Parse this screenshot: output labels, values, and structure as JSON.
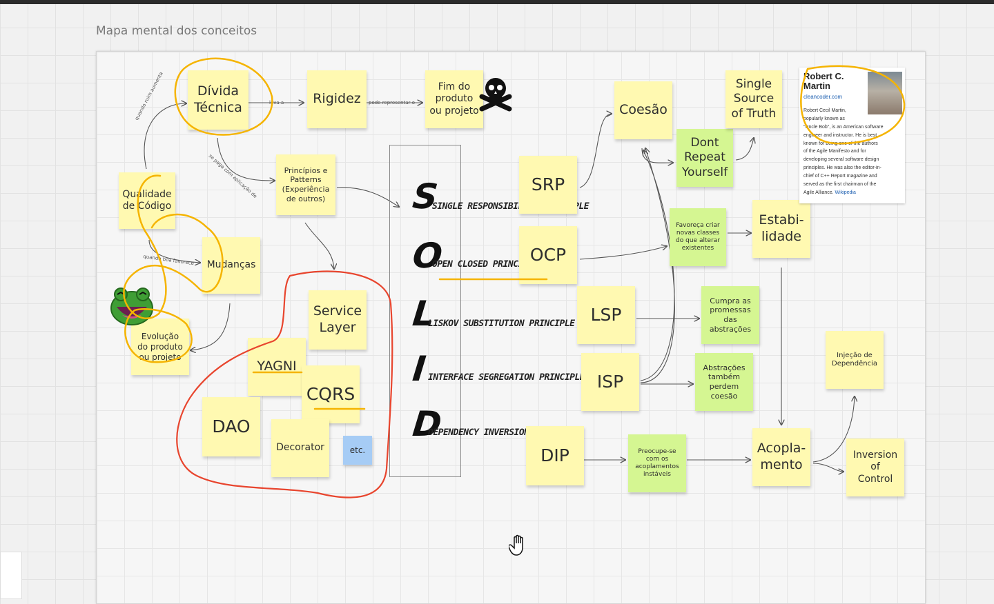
{
  "board": {
    "frame_title": "Mapa mental dos conceitos"
  },
  "notes": {
    "divida": "Dívida\nTécnica",
    "rigidez": "Rigidez",
    "fim": "Fim do\nproduto\nou projeto",
    "qualidade": "Qualidade\nde Código",
    "principios": "Princípios e\nPatterns\n(Experiência\nde outros)",
    "mudancas": "Mudanças",
    "evolucao": "Evolução\ndo produto\nou projeto",
    "service_layer": "Service\nLayer",
    "yagni": "YAGNI",
    "cqrs": "CQRS",
    "dao": "DAO",
    "decorator": "Decorator",
    "etc": "etc.",
    "srp": "SRP",
    "ocp": "OCP",
    "lsp": "LSP",
    "isp": "ISP",
    "dip": "DIP",
    "coesao": "Coesão",
    "dry": "Dont\nRepeat\nYourself",
    "ssot": "Single\nSource\nof Truth",
    "favoreca": "Favoreça criar\nnovas classes\ndo que alterar\nexistentes",
    "estabilidade": "Estabi-\nlidade",
    "cumpra": "Cumpra as\npromessas\ndas\nabstrações",
    "abstracoes": "Abstrações\ntambém\nperdem\ncoesão",
    "preocupe": "Preocupe-se\ncom os\nacoplamentos\ninstáveis",
    "acoplamento": "Acopla-\nmento",
    "injecao": "Injeção de\nDependência",
    "ioc": "Inversion\nof\nControl"
  },
  "solid": {
    "letters": [
      "S",
      "O",
      "L",
      "I",
      "D"
    ],
    "principles": [
      "SINGLE RESPONSIBILITY PRINCIPLE",
      "OPEN CLOSED PRINCIPLE",
      "LISKOV SUBSTITUTION PRINCIPLE",
      "INTERFACE SEGREGATION PRINCIPLE",
      "DEPENDENCY INVERSION PRINCIPLE"
    ]
  },
  "connectors": {
    "divida_rigidez": "leva a",
    "rigidez_fim": "pode representar o",
    "qualidade_divida": "quando ruim aumenta",
    "divida_principios": "se paga com aplicação de",
    "qualidade_mudancas": "quando boa favorece"
  },
  "wiki_card": {
    "name": "Robert C.\nMartin",
    "site": "cleancoder.com",
    "description": "Robert Cecil Martin,\npopularly known as\n\"Uncle Bob\", is an American software\nengineer and instructor. He is best\nknown for being one of the authors\nof the Agile Manifesto and for\ndeveloping several software design\nprinciples. He was also the editor-in-\nchief of C++ Report magazine and\nserved as the first chairman of the\nAgile Alliance.",
    "link": "Wikipedia"
  },
  "icons": {
    "skull": "skull-crossbones-icon",
    "frog": "frog-sticker-icon",
    "hand": "hand-cursor-icon"
  },
  "colors": {
    "yellow_note": "#fff9b1",
    "green_note": "#d5f692",
    "blue_note": "#a6ccf5",
    "highlight_orange": "#f5b400",
    "grouping_red": "#e8452e"
  }
}
